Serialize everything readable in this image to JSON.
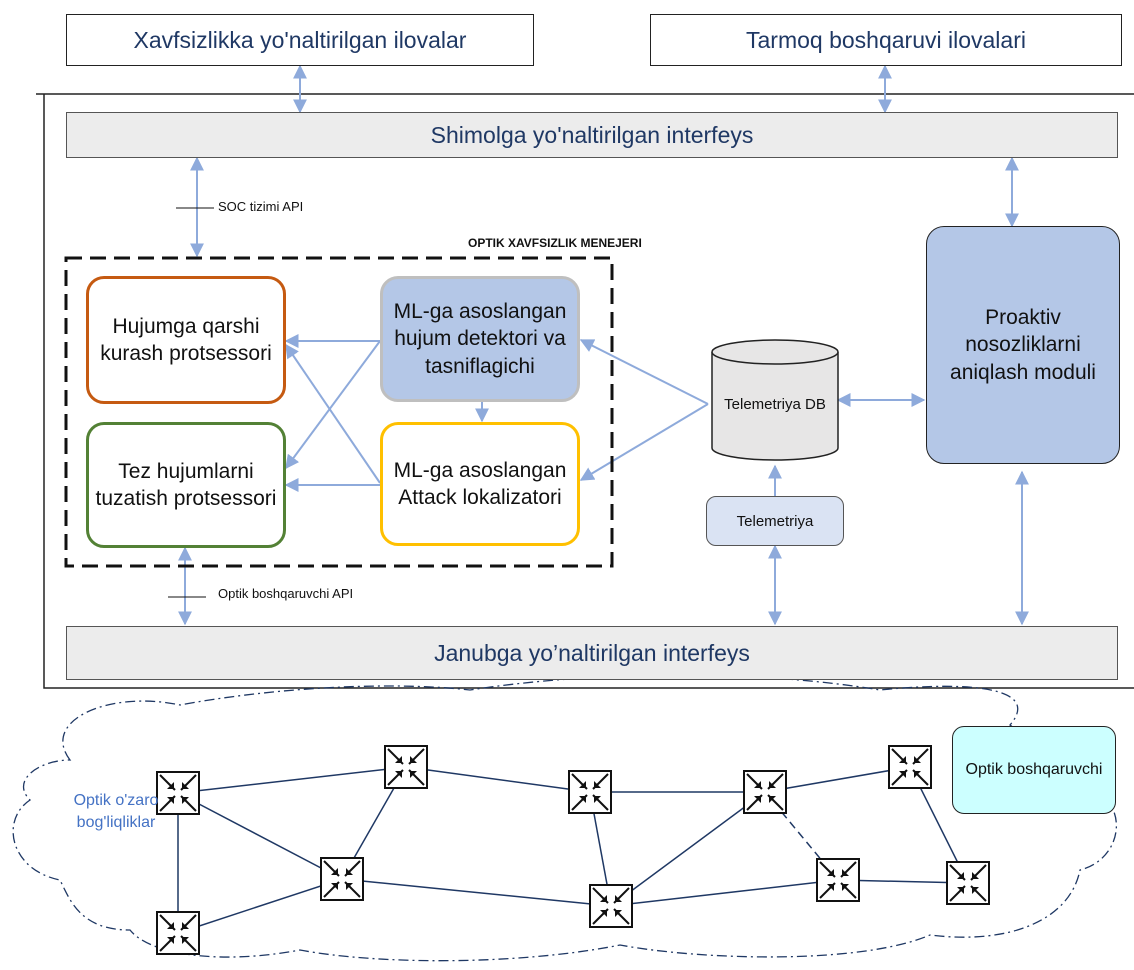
{
  "top": {
    "security_apps": "Xavfsizlikka yo'naltirilgan ilovalar",
    "network_apps": "Tarmoq boshqaruvi ilovalari"
  },
  "northbound": "Shimolga yo'naltirilgan interfeys",
  "southbound": "Janubga yo’naltirilgan interfeys",
  "soc_api": "SOC tizimi API",
  "optical_api": "Optik boshqaruvchi API",
  "manager_title": "OPTIK XAVFSIZLIK MENEJERI",
  "modules": {
    "countermeasure": "Hujumga qarshi kurash protsessori",
    "fast_fix": "Tez hujumlarni tuzatish protsessori",
    "ml_detector": "ML-ga asoslangan hujum detektori va tasniflagichi",
    "ml_localizer": "ML-ga asoslangan Attack lokalizatori"
  },
  "telemetry_db": "Telemetriya DB",
  "telemetry": "Telemetriya",
  "proactive": "Proaktiv nosozliklarni aniqlash moduli",
  "optical_controller": "Optik boshqaruvchi",
  "interconnects": "Optik o'zaro bog'liqliklar",
  "colors": {
    "arrow": "#8eaadb",
    "title_text": "#1f3864",
    "countermeasure_border": "#c55a11",
    "fast_fix_border": "#538135",
    "detector_fill": "#b4c7e7",
    "localizer_border": "#ffc000",
    "proactive_fill": "#b4c7e7",
    "telemetry_fill": "#dae3f3",
    "controller_fill": "#ccffff",
    "interconnect_text": "#4472c4",
    "link": "#1f3864"
  },
  "icons": [
    "optical-switch-icon"
  ]
}
